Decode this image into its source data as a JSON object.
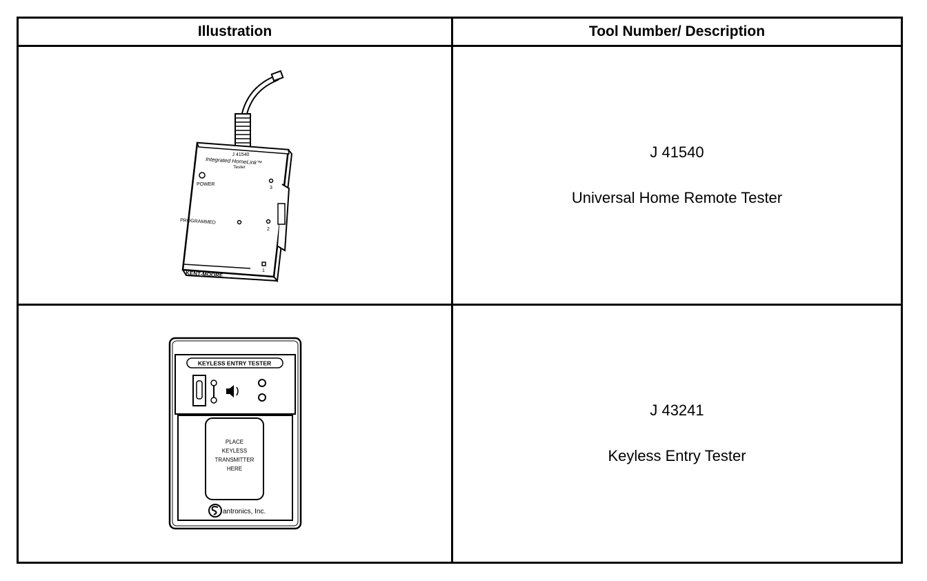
{
  "table": {
    "headers": {
      "illustration": "Illustration",
      "tool": "Tool Number/ Description"
    },
    "rows": [
      {
        "tool_number": "J 41540",
        "description": "Universal Home Remote Tester",
        "device_text": {
          "model": "J 41540",
          "name_line1": "Integrated HomeLink™",
          "name_line2": "Tester",
          "power": "POWER",
          "programmed": "PROGRAMMED",
          "ch3": "3",
          "ch2": "2",
          "ch1": "1",
          "brand": "KENT-MOORE"
        }
      },
      {
        "tool_number": "J 43241",
        "description": "Keyless Entry Tester",
        "device_text": {
          "header": "KEYLESS ENTRY TESTER",
          "pad_line1": "PLACE",
          "pad_line2": "KEYLESS",
          "pad_line3": "TRANSMITTER",
          "pad_line4": "HERE",
          "brand": "antronics, Inc."
        }
      }
    ]
  }
}
